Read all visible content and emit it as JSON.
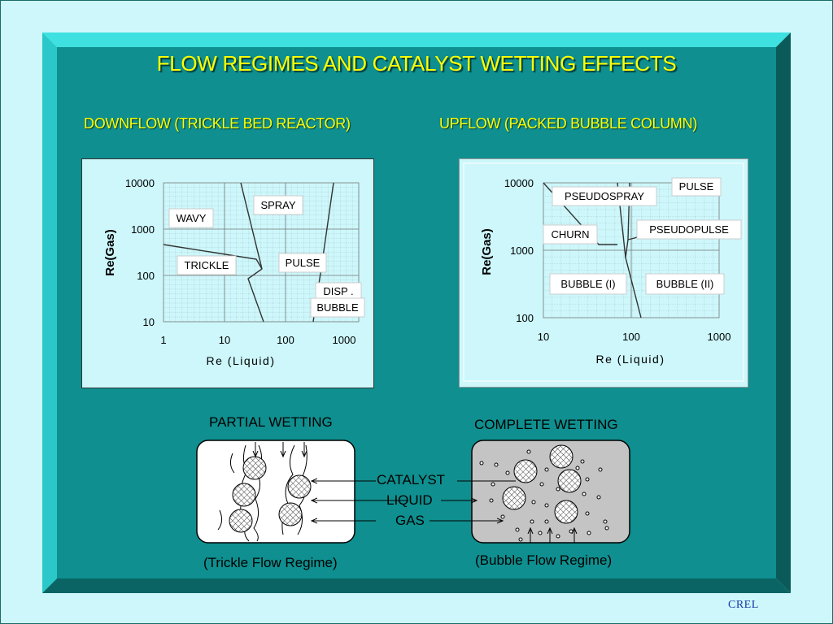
{
  "title": "FLOW REGIMES AND CATALYST WETTING EFFECTS",
  "left_panel": {
    "heading": "DOWNFLOW (TRICKLE BED REACTOR)",
    "y_label": "Re(Gas)",
    "x_label": "Re (Liquid)",
    "y_ticks": [
      "10000",
      "1000",
      "100",
      "10"
    ],
    "x_ticks": [
      "1",
      "10",
      "100",
      "1000"
    ],
    "regions": [
      "WAVY",
      "SPRAY",
      "TRICKLE",
      "PULSE",
      "DISP .",
      "BUBBLE"
    ]
  },
  "right_panel": {
    "heading": "UPFLOW (PACKED BUBBLE COLUMN)",
    "y_label": "Re(Gas)",
    "x_label": "Re (Liquid)",
    "y_ticks": [
      "10000",
      "1000",
      "100"
    ],
    "x_ticks": [
      "10",
      "100",
      "1000"
    ],
    "regions": [
      "PSEUDOSPRAY",
      "PULSE",
      "CHURN",
      "PSEUDOPULSE",
      "BUBBLE (I)",
      "BUBBLE (II)"
    ]
  },
  "wetting": {
    "partial_title": "PARTIAL WETTING",
    "complete_title": "COMPLETE WETTING",
    "legend": [
      "CATALYST",
      "LIQUID",
      "GAS"
    ],
    "partial_caption": "(Trickle Flow Regime)",
    "complete_caption": "(Bubble Flow Regime)"
  },
  "footer": "CREL",
  "colors": {
    "background": "#cdf7fb",
    "panel": "#0f8f8f",
    "title": "#ffff00",
    "chart_bg": "#cdf7fb"
  }
}
